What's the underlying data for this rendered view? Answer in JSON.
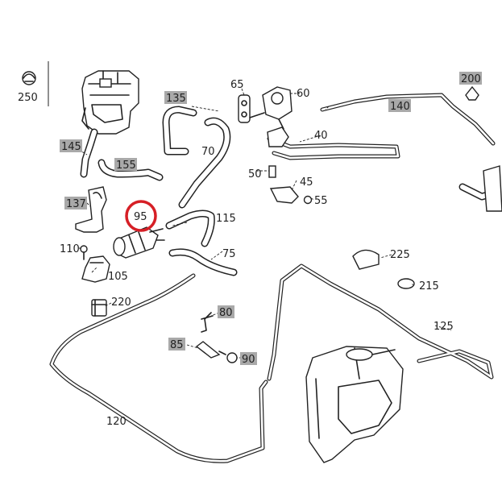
{
  "callouts": {
    "c250": "250",
    "c65": "65",
    "c60": "60",
    "c135": "135",
    "c200": "200",
    "c140": "140",
    "c145": "145",
    "c70": "70",
    "c40": "40",
    "c155": "155",
    "c50": "50",
    "c45": "45",
    "c137": "137",
    "c55": "55",
    "c95": "95",
    "c115": "115",
    "c110": "110",
    "c75": "75",
    "c105": "105",
    "c225": "225",
    "c215": "215",
    "c220": "220",
    "c80": "80",
    "c125": "125",
    "c85": "85",
    "c90": "90",
    "c120": "120"
  },
  "colors": {
    "highlight_label_bg": "#a9a9a9",
    "selection_ring": "#d61f26",
    "line": "#222222"
  }
}
